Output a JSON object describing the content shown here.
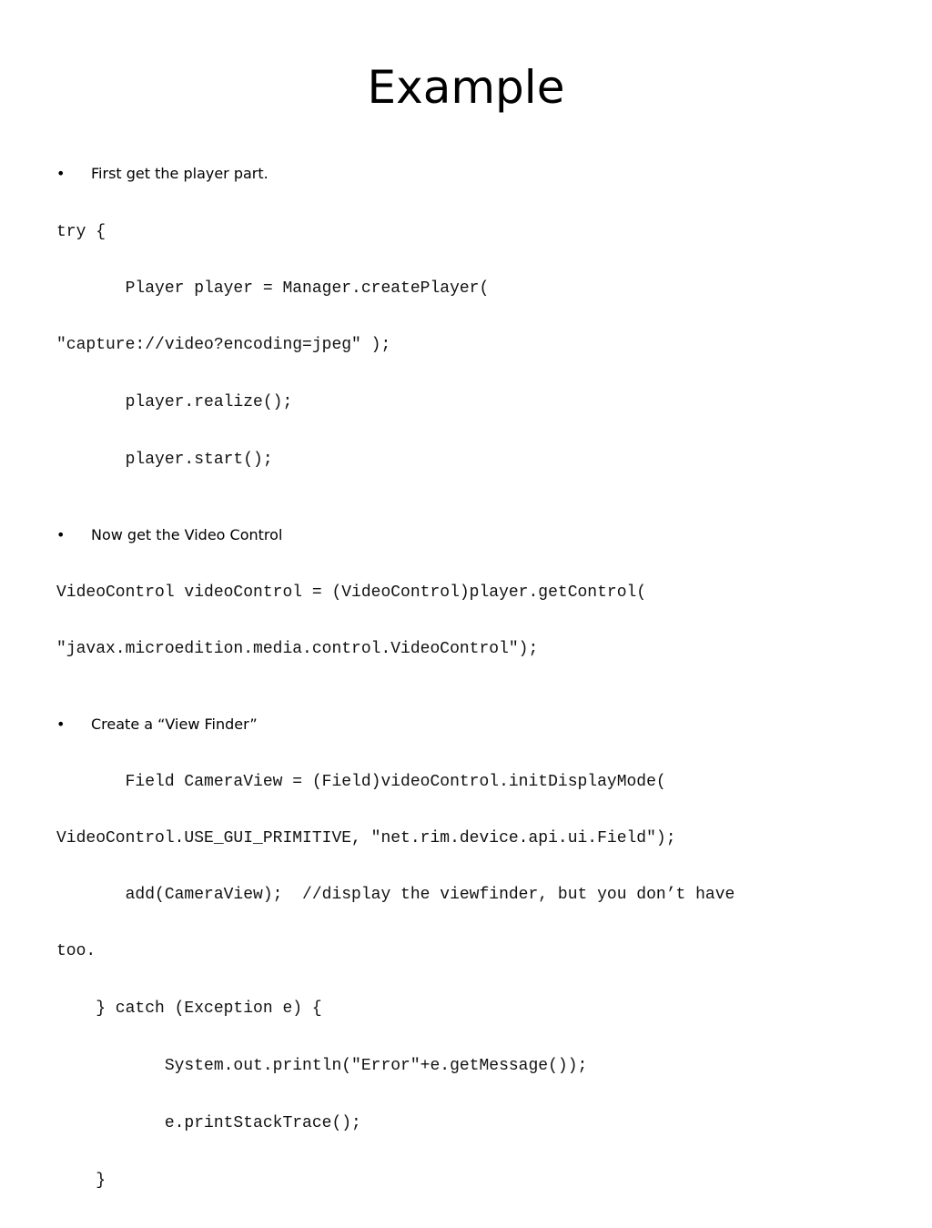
{
  "title": "Example",
  "bullets": [
    "First get the player part.",
    "Now get the Video Control",
    "Create a “View Finder”"
  ],
  "bullet_glyph": "•",
  "code": {
    "block1": [
      "try {",
      "       Player player = Manager.createPlayer(",
      "\"capture://video?encoding=jpeg\" );",
      "       player.realize();",
      "       player.start();"
    ],
    "block2": [
      "VideoControl videoControl = (VideoControl)player.getControl(",
      "\"javax.microedition.media.control.VideoControl\");"
    ],
    "block3": [
      "       Field CameraView = (Field)videoControl.initDisplayMode(",
      "VideoControl.USE_GUI_PRIMITIVE, \"net.rim.device.api.ui.Field\");",
      "       add(CameraView);  //display the viewfinder, but you don’t have",
      "too.",
      "    } catch (Exception e) {",
      "           System.out.println(\"Error\"+e.getMessage());",
      "           e.printStackTrace();",
      "    }"
    ]
  }
}
